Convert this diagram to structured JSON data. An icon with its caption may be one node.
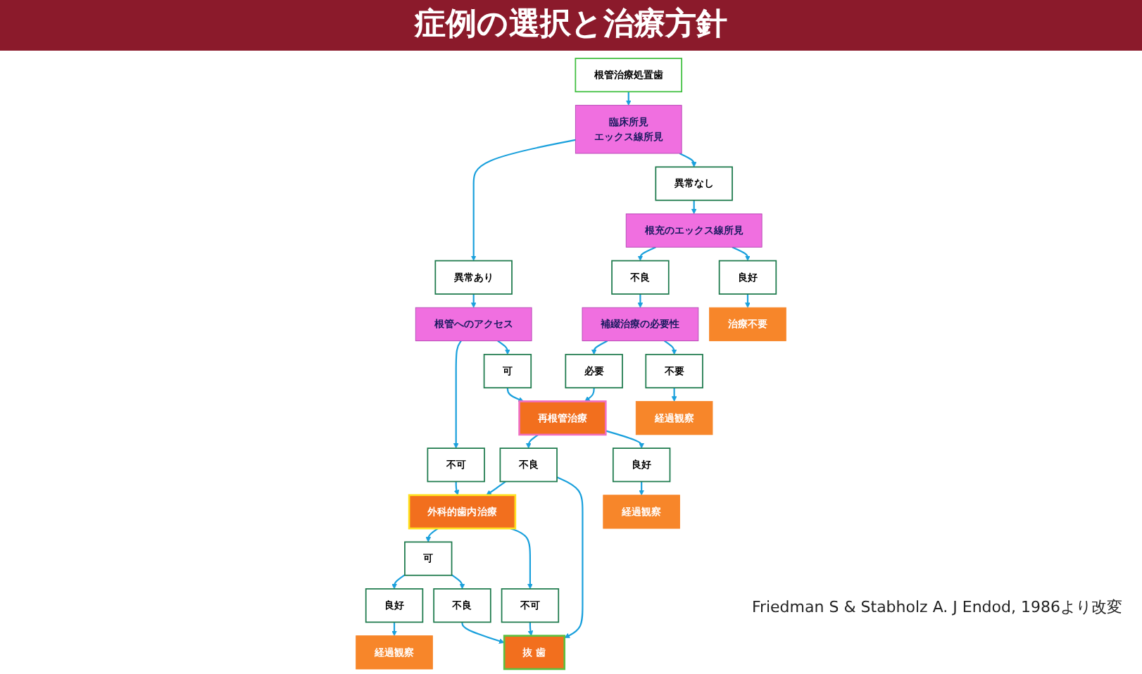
{
  "diagram": {
    "title": "症例の選択と治療方針",
    "nodes": [
      {
        "text": [
          "根管治療処置歯"
        ]
      },
      {
        "text": [
          "臨床所見",
          "エックス線所見"
        ]
      },
      {
        "text": [
          "異常あり"
        ]
      },
      {
        "text": [
          "異常なし"
        ]
      },
      {
        "text": [
          "根管へのアクセス"
        ]
      },
      {
        "text": [
          "不可"
        ]
      },
      {
        "text": [
          "可"
        ]
      },
      {
        "text": [
          "不良"
        ]
      },
      {
        "text": [
          "根充のエックス線所見"
        ]
      },
      {
        "text": [
          "良好"
        ]
      },
      {
        "text": [
          "補綴治療の必要性"
        ]
      },
      {
        "text": [
          "必要"
        ]
      },
      {
        "text": [
          "不要"
        ]
      },
      {
        "text": [
          "再根管治療"
        ]
      },
      {
        "text": [
          "不良"
        ]
      },
      {
        "text": [
          "良好"
        ]
      },
      {
        "text": [
          "経過観察"
        ]
      },
      {
        "text": [
          "外科的歯内治療"
        ]
      },
      {
        "text": [
          "不可"
        ]
      },
      {
        "text": [
          "経過観察"
        ]
      },
      {
        "text": [
          "治療不要"
        ]
      },
      {
        "text": [
          "可"
        ]
      },
      {
        "text": [
          "良好"
        ]
      },
      {
        "text": [
          "不良"
        ]
      },
      {
        "text": [
          "経過観察"
        ]
      },
      {
        "text": [
          "抜 歯"
        ]
      }
    ],
    "edges": [
      {
        "from": 0,
        "to": 1,
        "arrow": "to"
      },
      {
        "from": 1,
        "to": 2,
        "arrow": "to"
      },
      {
        "from": 1,
        "to": 3,
        "arrow": "to"
      },
      {
        "from": 2,
        "to": 4,
        "arrow": "to"
      },
      {
        "from": 4,
        "to": 5,
        "arrow": "to"
      },
      {
        "from": 4,
        "to": 6,
        "arrow": "to"
      },
      {
        "from": 3,
        "to": 8,
        "arrow": "to"
      },
      {
        "from": 8,
        "to": 7,
        "arrow": "to"
      },
      {
        "from": 8,
        "to": 9,
        "arrow": "to"
      },
      {
        "from": 7,
        "to": 10,
        "arrow": "to"
      },
      {
        "from": 10,
        "to": 11,
        "arrow": "to"
      },
      {
        "from": 10,
        "to": 12,
        "arrow": "to"
      },
      {
        "from": 6,
        "to": 13,
        "arrow": "to"
      },
      {
        "from": 11,
        "to": 13,
        "arrow": "to"
      },
      {
        "from": 13,
        "to": 14,
        "arrow": "to"
      },
      {
        "from": 13,
        "to": 15,
        "arrow": "to"
      },
      {
        "from": 15,
        "to": 16,
        "arrow": "to"
      },
      {
        "from": 5,
        "to": 17,
        "arrow": "to"
      },
      {
        "from": 14,
        "to": 17,
        "arrow": "to"
      },
      {
        "from": 14,
        "to": 25,
        "arrow": "to"
      },
      {
        "from": 17,
        "to": 21,
        "arrow": "to"
      },
      {
        "from": 17,
        "to": 18,
        "arrow": "to"
      },
      {
        "from": 18,
        "to": 25,
        "arrow": "to"
      },
      {
        "from": 12,
        "to": 19,
        "arrow": "to"
      },
      {
        "from": 9,
        "to": 20,
        "arrow": "to"
      },
      {
        "from": 21,
        "to": 22,
        "arrow": "to"
      },
      {
        "from": 21,
        "to": 23,
        "arrow": "to"
      },
      {
        "from": 22,
        "to": 24,
        "arrow": "to"
      },
      {
        "from": 23,
        "to": 25,
        "arrow": "to"
      }
    ],
    "labels": [
      "Friedman S & Stabholz A. J Endod, 1986より改変"
    ]
  }
}
